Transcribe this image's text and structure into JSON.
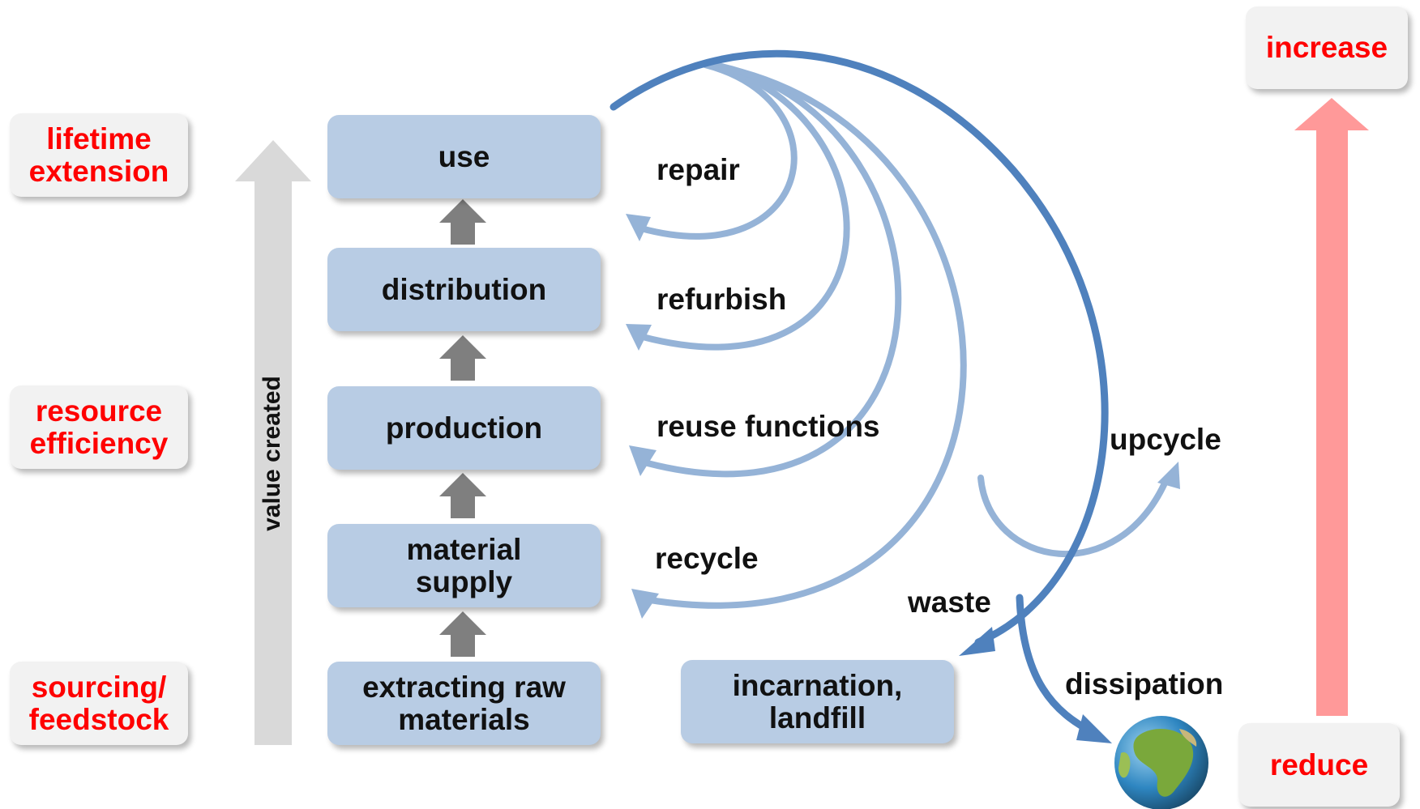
{
  "strategies": {
    "lifetime_extension": "lifetime\nextension",
    "resource_efficiency": "resource\nefficiency",
    "sourcing": "sourcing/\nfeedstock"
  },
  "value_axis_label": "value created",
  "stages": {
    "use": "use",
    "distribution": "distribution",
    "production": "production",
    "material_supply": "material\nsupply",
    "extracting": "extracting raw\nmaterials"
  },
  "loops": {
    "repair": "repair",
    "refurbish": "refurbish",
    "reuse_functions": "reuse functions",
    "recycle": "recycle",
    "upcycle": "upcycle",
    "waste": "waste",
    "dissipation": "dissipation"
  },
  "disposal_box": "incarnation,\nlandfill",
  "scale": {
    "increase": "increase",
    "reduce": "reduce"
  },
  "colors": {
    "strategy_text": "#ff0000",
    "stage_fill": "#b8cce4",
    "light_loop": "#95b3d7",
    "dark_loop": "#4f81bd",
    "scale_arrow": "#ff9999",
    "value_arrow": "#d9d9d9",
    "step_arrow": "#7f7f7f"
  },
  "icons": {
    "earth": "globe-earth-icon"
  }
}
